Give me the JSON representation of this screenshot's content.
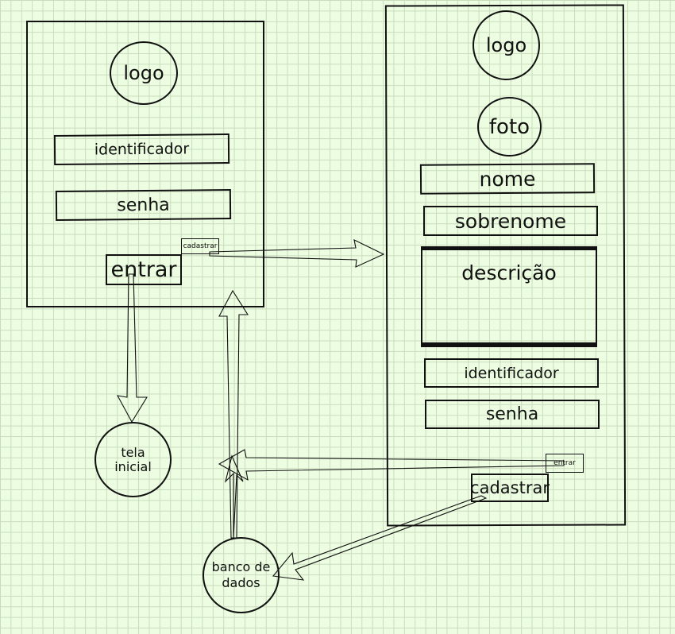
{
  "login_screen": {
    "logo": "logo",
    "identifier_field": "identificador",
    "password_field": "senha",
    "register_link": "cadastrar",
    "enter_button": "entrar"
  },
  "signup_screen": {
    "logo": "logo",
    "photo": "foto",
    "first_name_field": "nome",
    "last_name_field": "sobrenome",
    "description_field": "descrição",
    "identifier_field": "identificador",
    "password_field": "senha",
    "enter_link": "entrar",
    "register_button": "cadastrar"
  },
  "home_screen": {
    "label": "tela inicial"
  },
  "database": {
    "label": "banco de dados"
  }
}
